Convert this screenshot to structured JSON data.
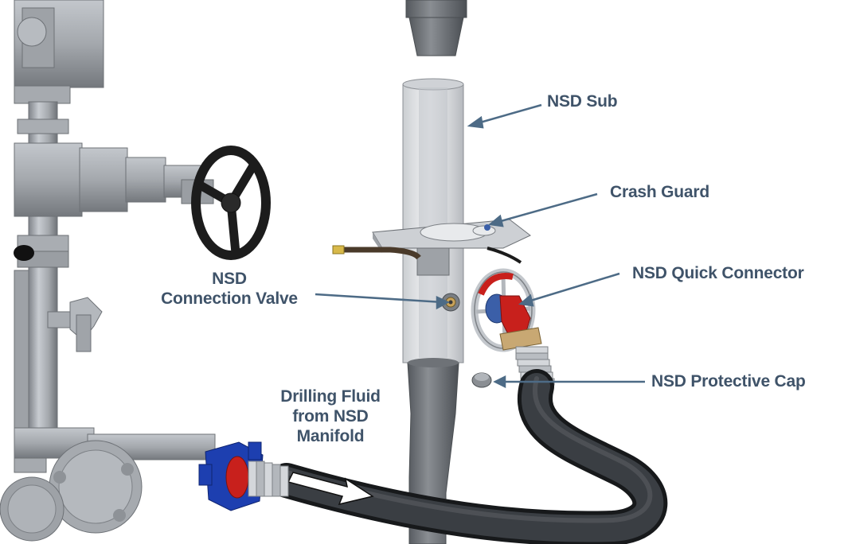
{
  "labels": {
    "nsd_sub": "NSD Sub",
    "crash_guard": "Crash Guard",
    "quick_connector": "NSD Quick Connector",
    "connection_valve": [
      "NSD",
      "Connection Valve"
    ],
    "protective_cap": "NSD Protective Cap",
    "drilling_fluid": [
      "Drilling Fluid",
      "from NSD",
      "Manifold"
    ]
  },
  "colors": {
    "label_text": "#3f5369",
    "leader_line": "#4d6b86",
    "steel": "#a9adb2",
    "handwheel": "#1c1c1c",
    "union_blue": "#1d3fb0",
    "connector_red": "#c8201c",
    "hose": "#2a2d31"
  }
}
